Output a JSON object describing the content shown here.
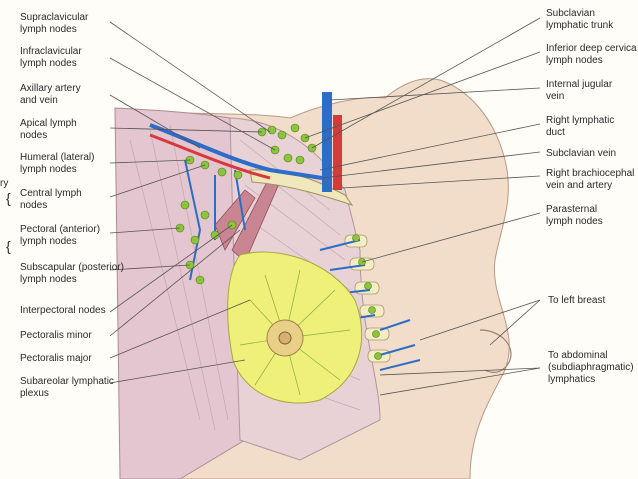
{
  "colors": {
    "background": "#fefdf8",
    "skin": "#f1dcc9",
    "muscle": "#e2c5cf",
    "breast_tissue": "#eef07a",
    "areola": "#e9cf88",
    "lymph_node": "#8cc43c",
    "vein": "#2d6cc7",
    "artery": "#d63a3a",
    "duct": "#f0e7bd",
    "leader_line": "#555555"
  },
  "left_labels": [
    {
      "id": "supraclavicular",
      "lines": [
        "Supraclavicular",
        "lymph nodes"
      ]
    },
    {
      "id": "infraclavicular",
      "lines": [
        "Infraclavicular",
        "lymph nodes"
      ]
    },
    {
      "id": "axillary-vessels",
      "lines": [
        "Axillary artery",
        "and vein"
      ]
    },
    {
      "id": "apical",
      "lines": [
        "Apical lymph",
        "nodes"
      ]
    },
    {
      "id": "humeral",
      "lines": [
        "Humeral (lateral)",
        "lymph nodes"
      ]
    },
    {
      "id": "central",
      "lines": [
        "Central lymph",
        "nodes"
      ]
    },
    {
      "id": "pectoral",
      "lines": [
        "Pectoral (anterior)",
        "lymph nodes"
      ]
    },
    {
      "id": "subscapular",
      "lines": [
        "Subscapular (posterior)",
        "lymph nodes"
      ]
    },
    {
      "id": "interpectoral",
      "lines": [
        "Interpectoral nodes"
      ]
    },
    {
      "id": "pectoralis-minor",
      "lines": [
        "Pectoralis minor"
      ]
    },
    {
      "id": "pectoralis-major",
      "lines": [
        "Pectoralis major"
      ]
    },
    {
      "id": "subareolar",
      "lines": [
        "Subareolar lymphatic",
        "plexus"
      ]
    }
  ],
  "right_labels": [
    {
      "id": "subclavian-trunk",
      "lines": [
        "Subclavian",
        "lymphatic trunk"
      ]
    },
    {
      "id": "inferior-deep-cervical",
      "lines": [
        "Inferior deep cervica",
        "lymph nodes"
      ]
    },
    {
      "id": "internal-jugular",
      "lines": [
        "Internal jugular",
        "vein"
      ]
    },
    {
      "id": "right-lymphatic-duct",
      "lines": [
        "Right lymphatic",
        "duct"
      ]
    },
    {
      "id": "subclavian-vein",
      "lines": [
        "Subclavian vein"
      ]
    },
    {
      "id": "brachiocephalic",
      "lines": [
        "Right brachiocephal",
        "vein and artery"
      ]
    },
    {
      "id": "parasternal",
      "lines": [
        "Parasternal",
        "lymph nodes"
      ]
    },
    {
      "id": "to-left-breast",
      "lines": [
        "To left breast"
      ]
    },
    {
      "id": "to-abdominal",
      "lines": [
        "To abdominal",
        "(subdiaphragmatic)",
        "lymphatics"
      ]
    }
  ],
  "edge_text": {
    "letters": [
      "ry",
      "{",
      "{"
    ]
  }
}
